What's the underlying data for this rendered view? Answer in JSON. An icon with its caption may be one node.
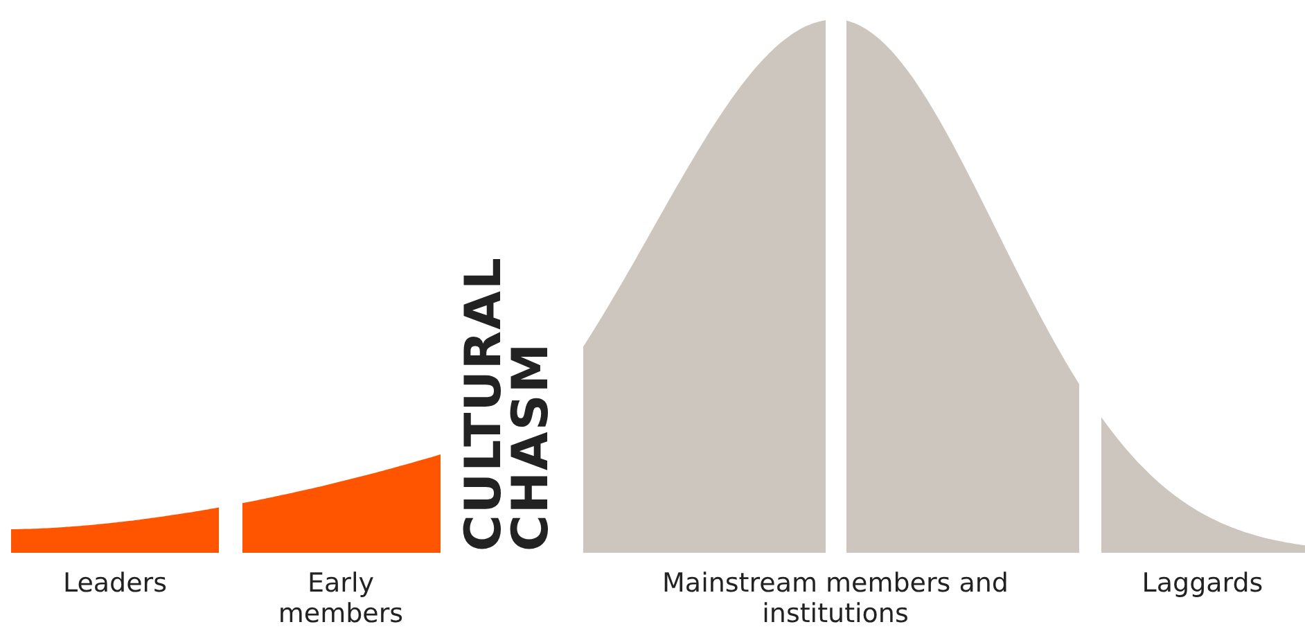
{
  "diagram": {
    "labels": [
      "CULTURAL CHASM",
      "Leaders",
      "Early members",
      "Mainstream members and institutions",
      "Laggards"
    ]
  }
}
